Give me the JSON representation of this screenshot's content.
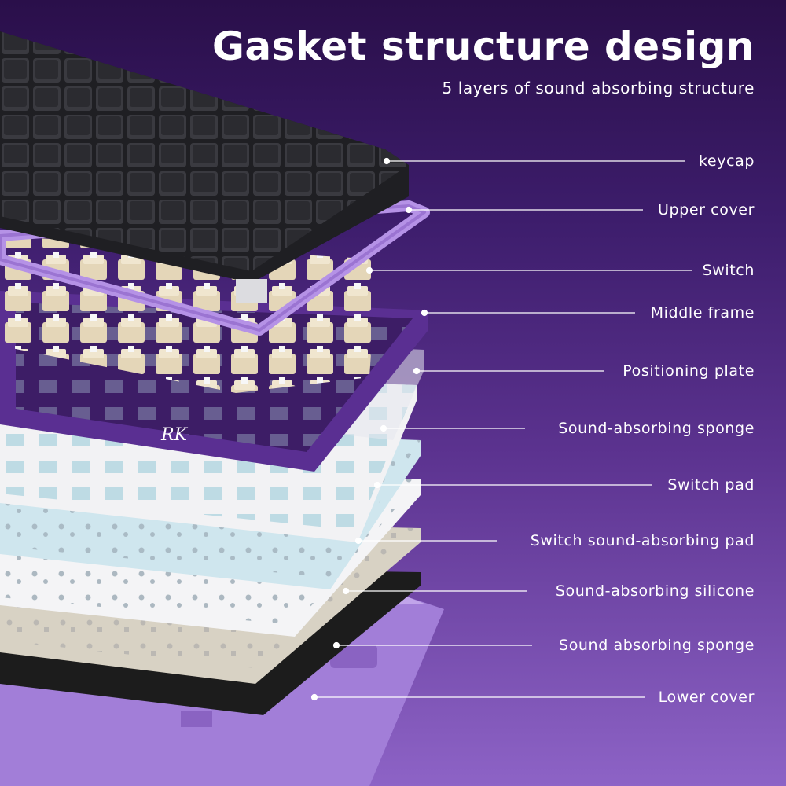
{
  "header": {
    "title": "Gasket structure design",
    "subtitle": "5 layers of sound absorbing structure"
  },
  "layers": [
    {
      "label": "keycap"
    },
    {
      "label": "Upper cover"
    },
    {
      "label": "Switch"
    },
    {
      "label": "Middle frame"
    },
    {
      "label": "Positioning plate"
    },
    {
      "label": "Sound-absorbing sponge"
    },
    {
      "label": "Switch pad"
    },
    {
      "label": "Switch sound-absorbing pad"
    },
    {
      "label": "Sound-absorbing silicone"
    },
    {
      "label": "Sound absorbing sponge"
    },
    {
      "label": "Lower cover"
    }
  ],
  "brand": {
    "logo_text": "RK"
  },
  "colors": {
    "background_top": "#2a0f4a",
    "background_bottom": "#8d63c6",
    "keycap": "#2a2a2e",
    "frame_purple": "#7a4db5",
    "switch_beige": "#e4d6b8",
    "plate_white": "#f2f2f4",
    "pad_blue": "#cfe6ee",
    "silicone_beige": "#d8d2c4",
    "sponge_black": "#1c1c1c",
    "lower_cover_lavender": "#a27ed8"
  }
}
